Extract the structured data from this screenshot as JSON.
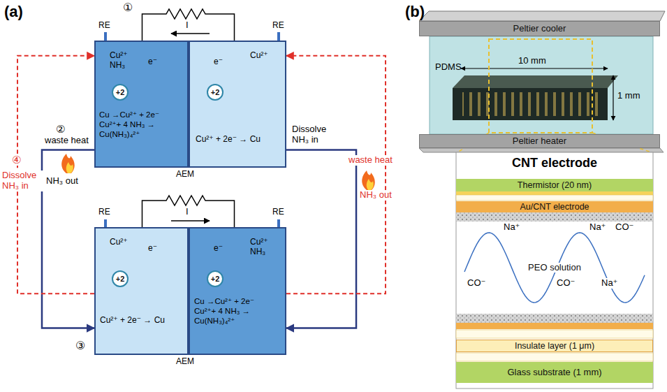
{
  "diagram": {
    "nodes": [
      {
        "text": [
          "Cu²⁺ NH₃",
          "Cu →Cu²⁺ + 2e⁻ Cu²⁺+ 4 NH₃ → Cu(NH₃)₄²⁺"
        ]
      },
      {
        "text": [
          "+2"
        ],
        "in": 0
      },
      {
        "text": [
          "Cu²⁺",
          "Cu²⁺ + 2e⁻ → Cu"
        ]
      },
      {
        "text": [
          "+2"
        ],
        "in": 2
      },
      {
        "text": [
          "Cu²⁺",
          "Cu²⁺ + 2e⁻ → Cu"
        ]
      },
      {
        "text": [
          "+2"
        ],
        "in": 4
      },
      {
        "text": [
          "Cu²⁺ NH₃",
          "Cu →Cu²⁺ + 2e⁻ Cu²⁺+ 4 NH₃ → Cu(NH₃)₄²⁺"
        ]
      },
      {
        "text": [
          "+2"
        ],
        "in": 6
      },
      {
        "text": [
          "Peltier cooler"
        ]
      },
      {
        "text": [
          "PDMS"
        ]
      },
      {
        "text": [
          "Peltier heater"
        ]
      },
      {
        "text": [
          "CNT electrode"
        ]
      },
      {
        "text": [
          "Thermistor (20 nm)"
        ],
        "in": 11
      },
      {
        "text": [
          "Au/CNT electrode"
        ],
        "in": 11
      },
      {
        "text": [
          "PEO solution"
        ],
        "in": 11
      },
      {
        "text": [
          "Insulate layer (1 μm)"
        ],
        "in": 11
      },
      {
        "text": [
          "Glass substrate (1 mm)"
        ],
        "in": 11
      }
    ],
    "edges": [
      {
        "from": 0,
        "to": 4,
        "arrow": "to"
      },
      {
        "from": 2,
        "to": 6,
        "arrow": "to"
      },
      {
        "from": 4,
        "to": 0,
        "arrow": "to"
      },
      {
        "from": 6,
        "to": 2,
        "arrow": "to"
      }
    ],
    "labels": [
      "(a)",
      "①",
      "RE",
      "RE",
      "e⁻",
      "e⁻",
      "I",
      "AEM",
      "②",
      "waste heat",
      "NH₃ out",
      "④",
      "Dissolve NH₃ in",
      "Dissolve NH₃ in",
      "waste heat",
      "NH₃ out",
      "RE",
      "RE",
      "e⁻",
      "e⁻",
      "I",
      "③",
      "AEM",
      "(b)",
      "10 mm",
      "1 mm",
      "Na⁺",
      "Na⁺",
      "CO⁻",
      "CO⁻",
      "CO⁻",
      "Na⁺"
    ]
  }
}
